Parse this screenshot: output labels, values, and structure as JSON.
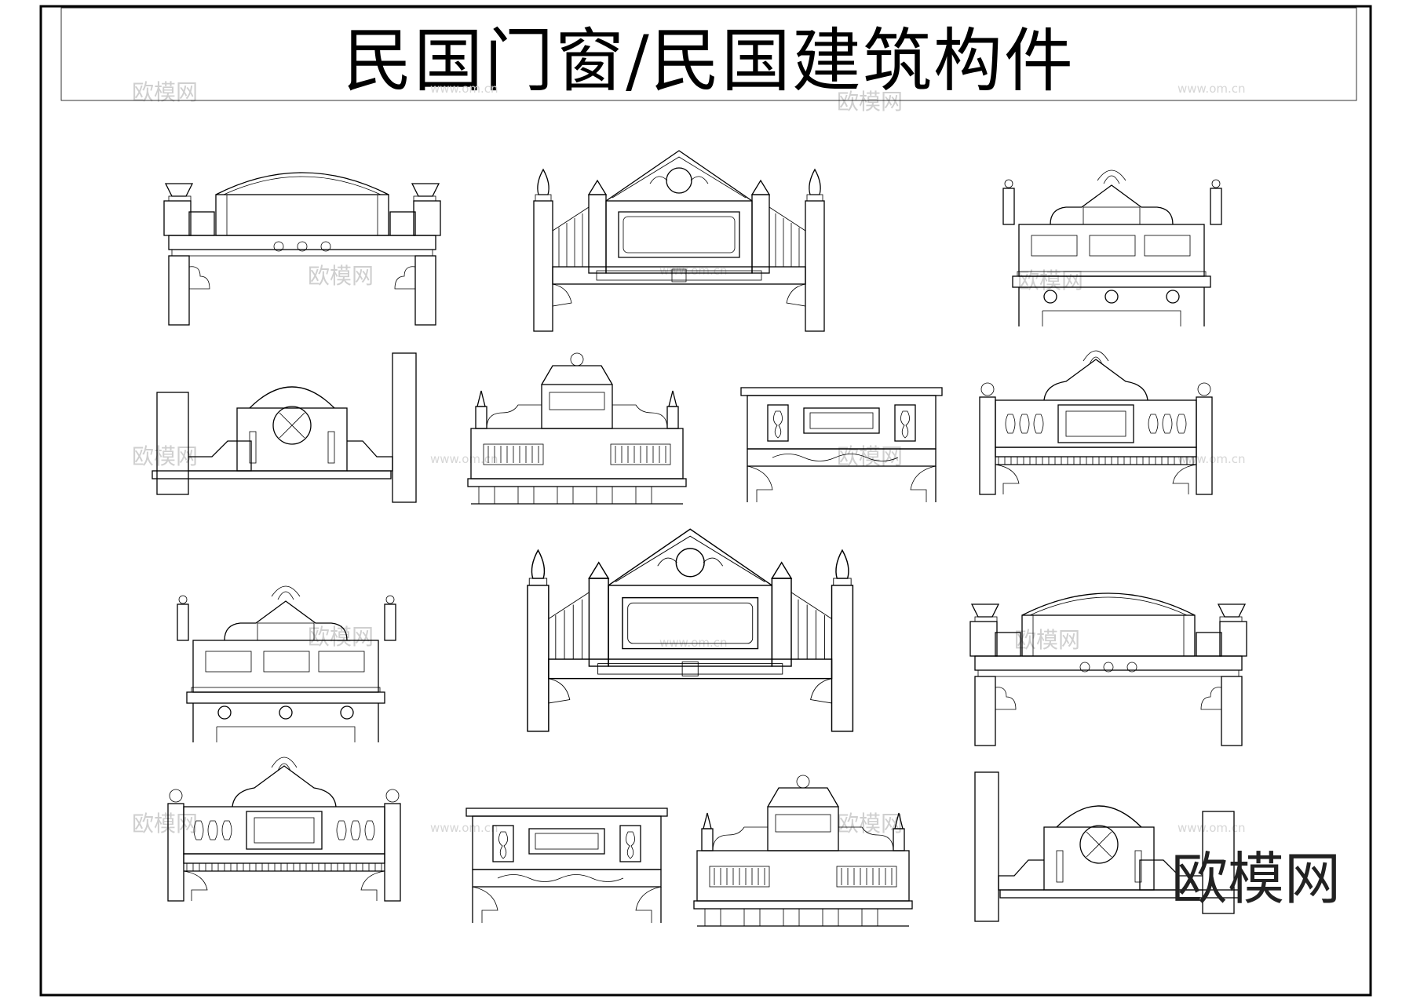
{
  "drawing": {
    "title": "民国门窗/民国建筑构件",
    "logo": "欧模网",
    "watermark_brand": "欧模网",
    "watermark_url": "www.om.cn"
  },
  "colors": {
    "line": "#000000",
    "background": "#ffffff",
    "watermark": "#cfcfcf"
  }
}
